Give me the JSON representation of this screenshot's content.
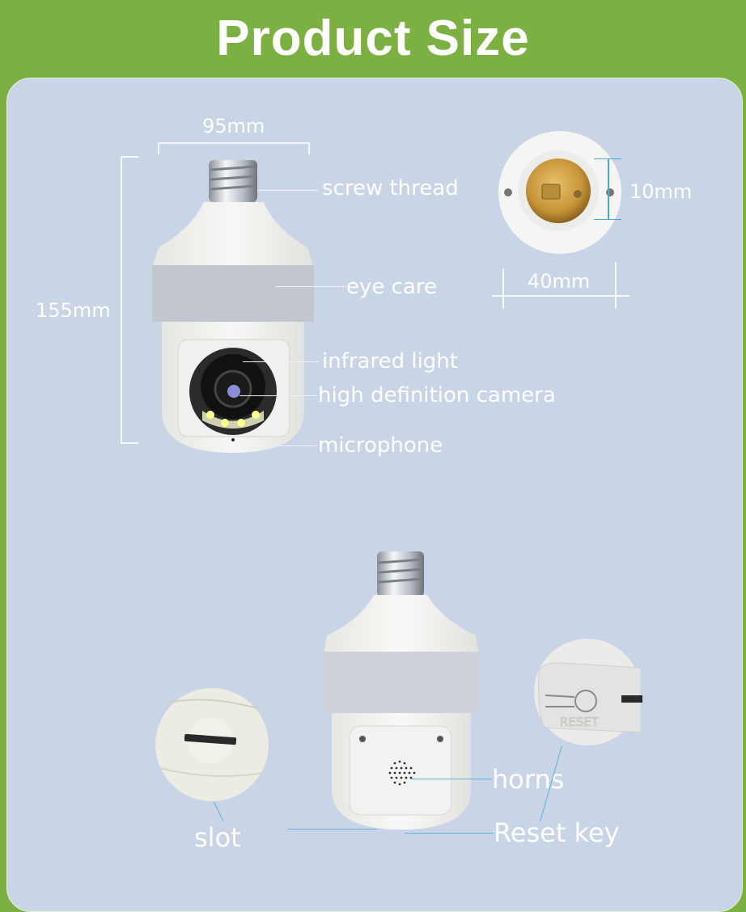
{
  "header": {
    "title": "Product Size"
  },
  "colors": {
    "banner_green": "#7cb043",
    "panel_blue": "#c9d4e6",
    "leader_blue": "#5ab3dc",
    "label_white": "#ffffff"
  },
  "dimensions": {
    "width": "95mm",
    "height": "155mm",
    "socket_depth": "10mm",
    "socket_width": "40mm"
  },
  "front_labels": {
    "screw_thread": "screw thread",
    "eye_care": "eye care",
    "infrared_light": "infrared light",
    "hd_camera": "high definition camera",
    "microphone": "microphone"
  },
  "back_labels": {
    "horns": "horns",
    "slot": "slot",
    "reset_key": "Reset key",
    "reset_engraving": "RESET"
  }
}
